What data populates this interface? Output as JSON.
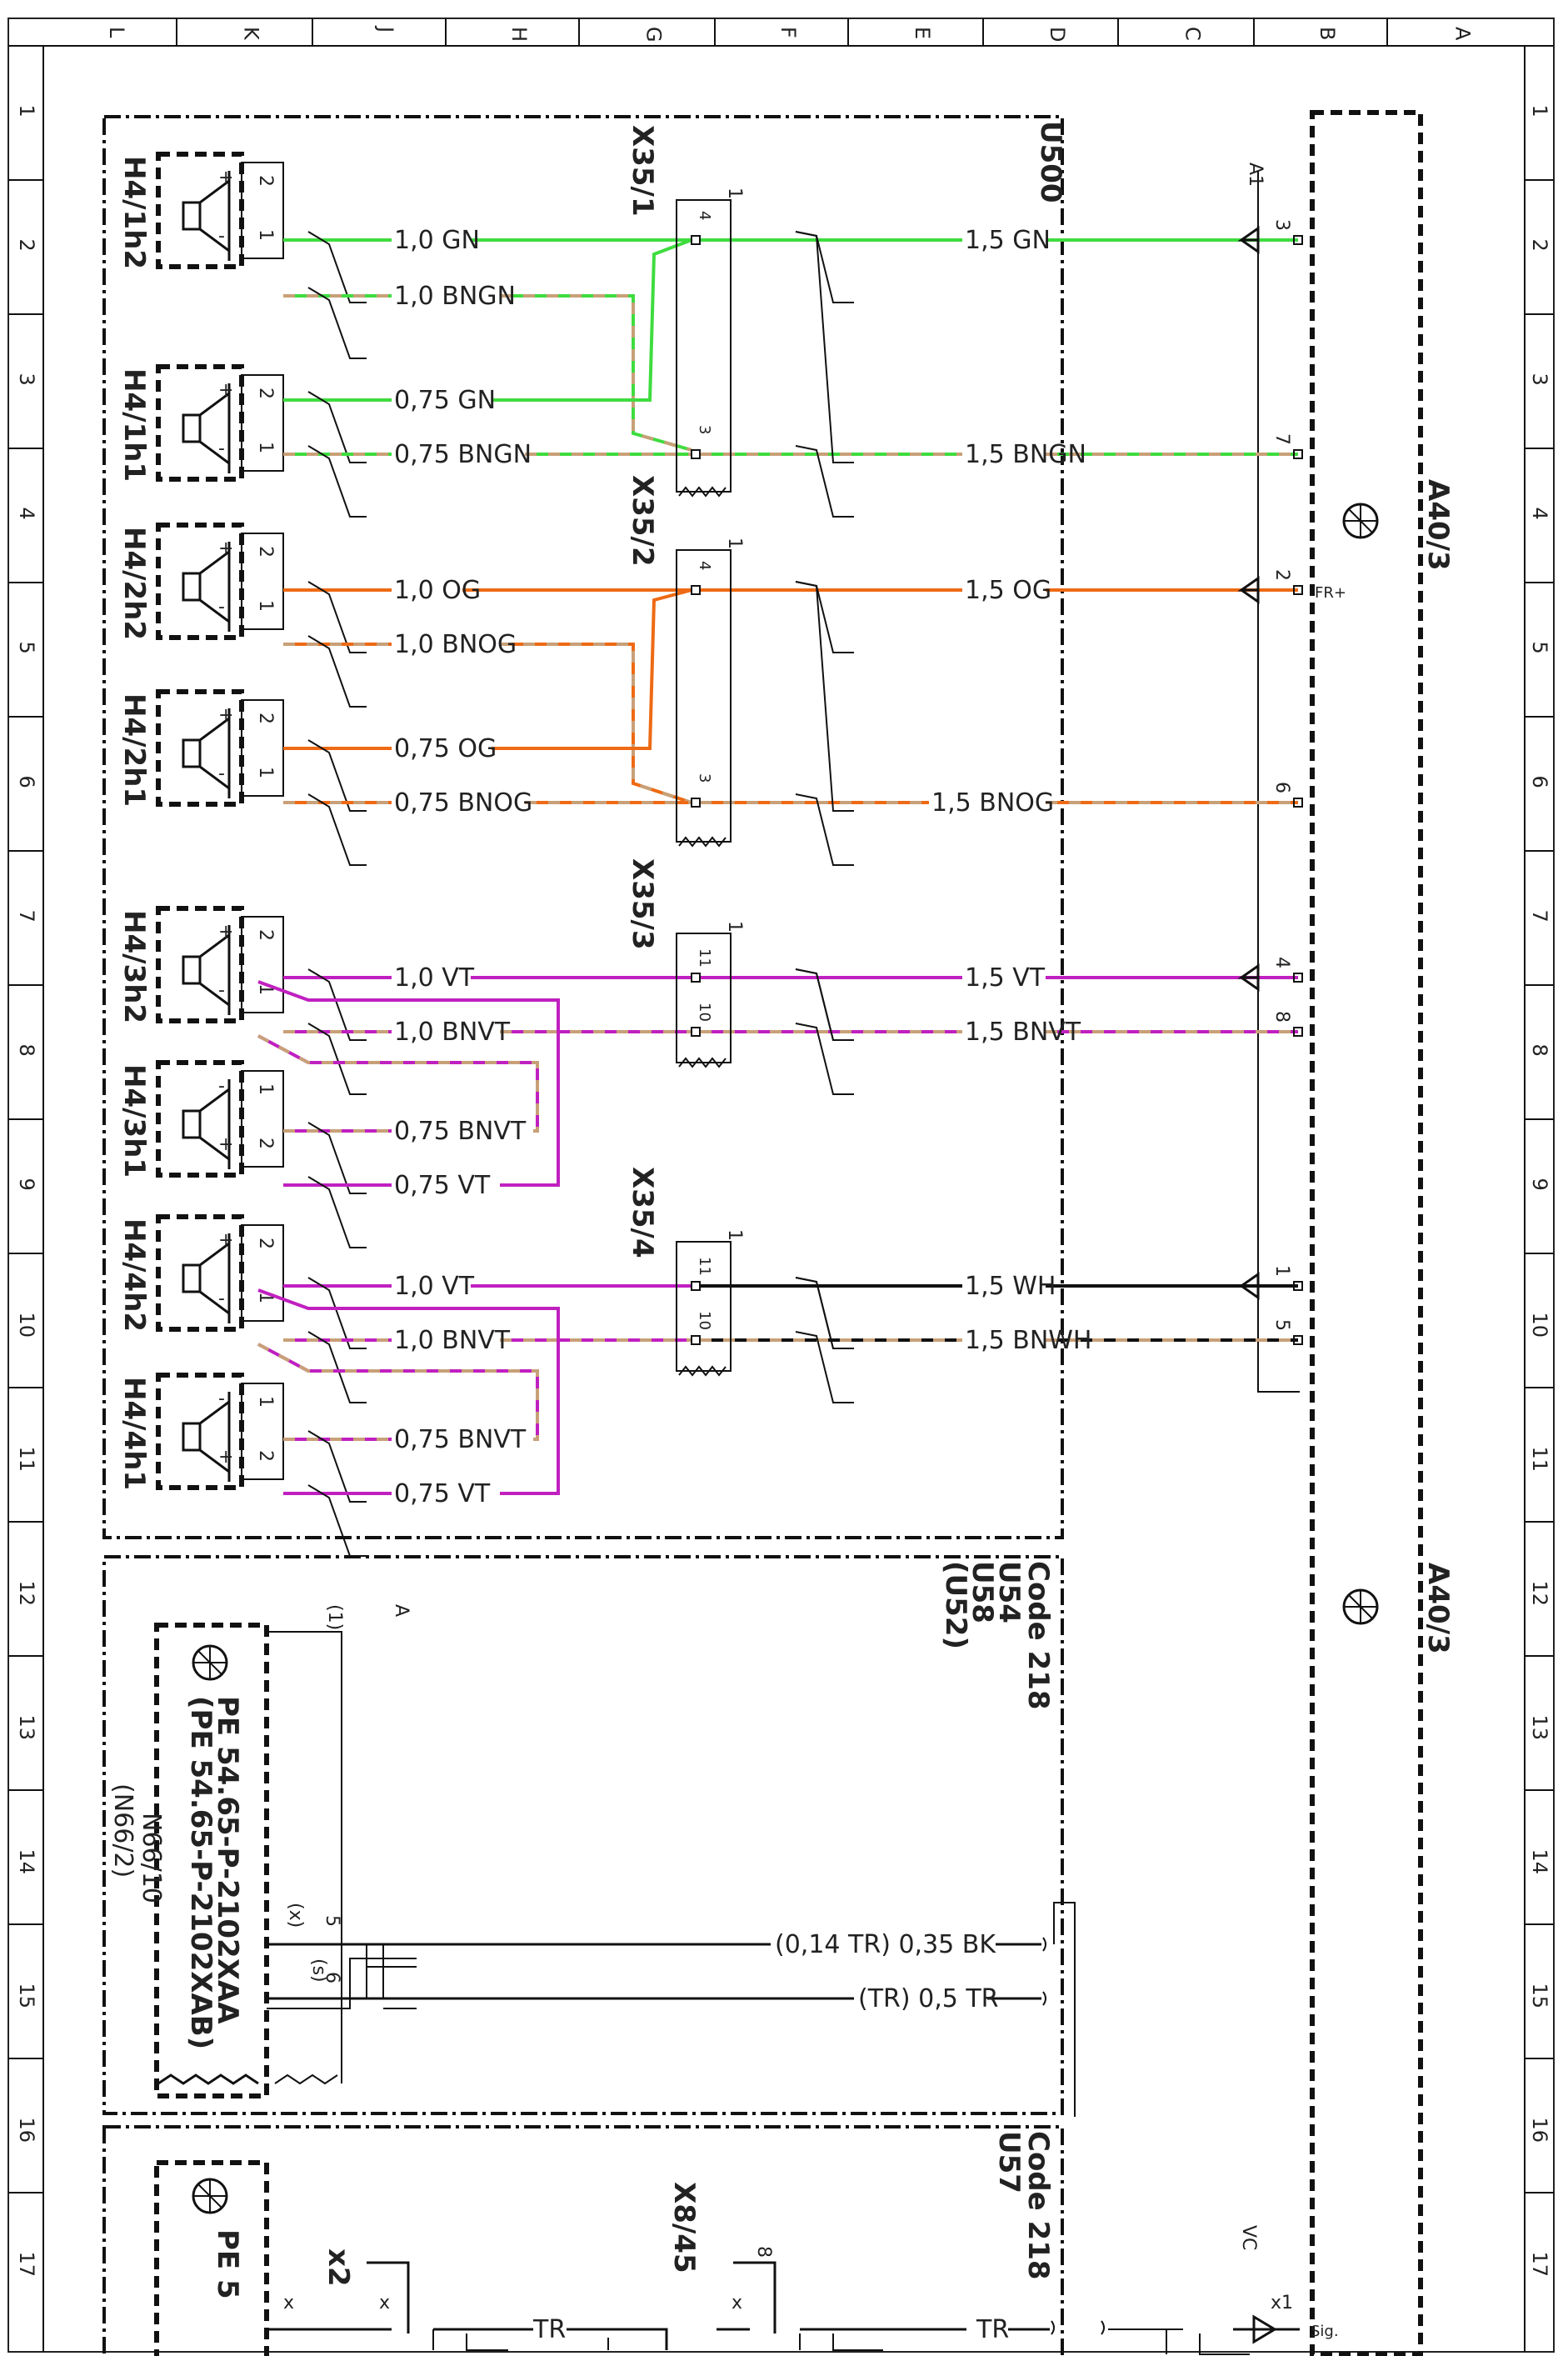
{
  "grid": {
    "cols": [
      "L",
      "K",
      "J",
      "H",
      "G",
      "F",
      "E",
      "D",
      "C",
      "B",
      "A"
    ],
    "rows": [
      "1",
      "2",
      "3",
      "4",
      "5",
      "6",
      "7",
      "8",
      "9",
      "10",
      "11",
      "12",
      "13",
      "14",
      "15",
      "16",
      "17"
    ]
  },
  "modules": {
    "u500": "U500",
    "a40_top": "A40/3",
    "a40_bottom": "A40/3",
    "a1": "A1",
    "code218_a": "Code 218",
    "code218_a_sub1": "U54",
    "code218_a_sub2": "U58",
    "code218_a_sub3": "(U52)",
    "code218_b": "Code 218",
    "code218_b_sub1": "U57",
    "vc": "VC",
    "sig": "Sig.",
    "fr_plus": "FR+"
  },
  "connectors": {
    "x35_1": "X35/1",
    "x35_2": "X35/2",
    "x35_3": "X35/3",
    "x35_4": "X35/4",
    "x8_45": "X8/45",
    "x2": "x2",
    "pin_1": "1",
    "pin_3": "3",
    "pin_4": "4",
    "pin_10": "10",
    "pin_11": "11",
    "pin_8": "8",
    "pin_x": "x",
    "pin_x1": "x1"
  },
  "speakers": {
    "h4_1h2": "H4/1h2",
    "h4_1h1": "H4/1h1",
    "h4_2h2": "H4/2h2",
    "h4_2h1": "H4/2h1",
    "h4_3h2": "H4/3h2",
    "h4_3h1": "H4/3h1",
    "h4_4h2": "H4/4h2",
    "h4_4h1": "H4/4h1",
    "pin_1": "1",
    "pin_2": "2",
    "plus": "+",
    "minus": "-"
  },
  "wires_left": {
    "w1": "1,0 GN",
    "w2": "1,0 BNGN",
    "w3": "0,75 GN",
    "w4": "0,75 BNGN",
    "w5": "1,0 OG",
    "w6": "1,0 BNOG",
    "w7": "0,75 OG",
    "w8": "0,75 BNOG",
    "w9": "1,0 VT",
    "w10": "1,0 BNVT",
    "w11": "0,75 BNVT",
    "w12": "0,75 VT",
    "w13": "1,0 VT",
    "w14": "1,0 BNVT",
    "w15": "0,75 BNVT",
    "w16": "0,75 VT"
  },
  "wires_right": {
    "w1": "1,5 GN",
    "w2": "1,5 BNGN",
    "w3": "1,5 OG",
    "w4": "1,5 BNOG",
    "w5": "1,5 VT",
    "w6": "1,5 BNVT",
    "w7": "1,5 WH",
    "w8": "1,5 BNWH"
  },
  "a40_pins": {
    "p3": "3",
    "p7": "7",
    "p2": "2",
    "p6": "6",
    "p4": "4",
    "p8": "8",
    "p1": "1",
    "p5": "5"
  },
  "n66": {
    "label": "N66/10",
    "label_alt": "(N66/2)",
    "pe1": "PE 54.65-P-2102XAA",
    "pe2": "(PE 54.65-P-2102XAB)",
    "ref1": "(1)",
    "ref_a": "A",
    "pin5": "5",
    "pin6": "6",
    "pin_xa": "(x)",
    "pin_xs": "(s)",
    "wire_bk": "(0,14 TR) 0,35 BK",
    "wire_tr": "(TR) 0,5 TR"
  },
  "bottom": {
    "pe": "PE 5",
    "tr1": "TR",
    "tr2": "TR"
  },
  "colors": {
    "green": "#3fdc3f",
    "orange": "#ee6a14",
    "violet": "#c020c0",
    "brown": "#c8a078",
    "black": "#111111"
  }
}
